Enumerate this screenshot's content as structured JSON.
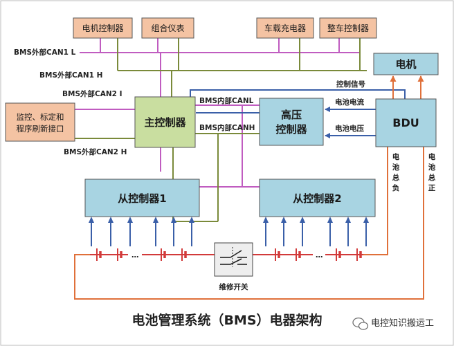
{
  "top_boxes": {
    "motor_controller": "电机控制器",
    "instrument_cluster": "组合仪表",
    "onboard_charger": "车载充电器",
    "vehicle_controller": "整车控制器"
  },
  "left_box": {
    "line1": "监控、标定和",
    "line2": "程序刷新接口"
  },
  "master_controller": "主控制器",
  "hv_controller": {
    "line1": "高压",
    "line2": "控制器"
  },
  "bdu": "BDU",
  "motor": "电机",
  "slave1": "从控制器1",
  "slave2": "从控制器2",
  "bus_labels": {
    "ext_can1_l": "BMS外部CAN1 L",
    "ext_can1_h": "BMS外部CAN1 H",
    "ext_can2_l": "BMS外部CAN2 I",
    "ext_can2_h": "BMS外部CAN2 H",
    "int_canl": "BMS内部CANL",
    "int_canh": "BMS内部CANH"
  },
  "signal_labels": {
    "control_signal": "控制信号",
    "battery_current": "电池电流",
    "battery_voltage": "电池电压",
    "battery_neg": "电池总负",
    "battery_pos": "电池总正"
  },
  "dots": "…",
  "service_switch": "维修开关",
  "title": "电池管理系统（BMS）电器架构",
  "watermark": "电控知识搬运工",
  "colors": {
    "box_orange": "#f4c3a3",
    "box_blue": "#a8d4e2",
    "box_green": "#c9dea0",
    "line_purple": "#c05cc0",
    "line_olive": "#7a8a3a",
    "line_blue": "#3a5fa8",
    "line_orange": "#e0703a",
    "line_red": "#d23a3a"
  }
}
